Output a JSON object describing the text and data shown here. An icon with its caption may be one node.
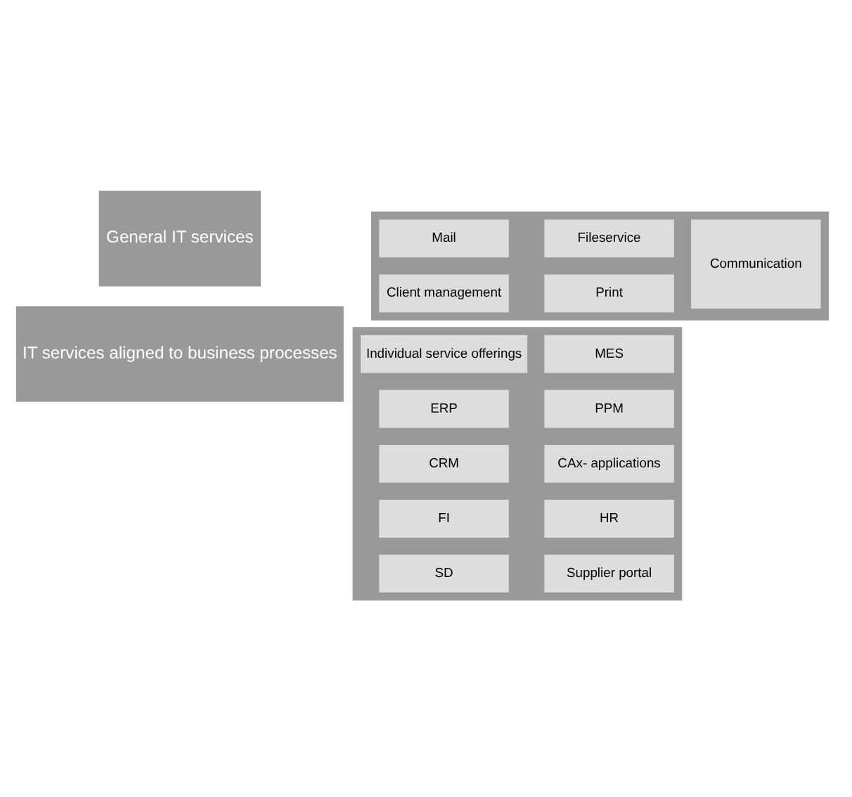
{
  "diagram": {
    "nodes": [
      {
        "text": [
          "General IT services"
        ]
      },
      {
        "text": [],
        "shape": "box"
      },
      {
        "text": [
          "Mail"
        ],
        "in": 1
      },
      {
        "text": [
          "Fileservice"
        ],
        "in": 1
      },
      {
        "text": [
          "Communication"
        ],
        "in": 1
      },
      {
        "text": [
          "Client management"
        ],
        "in": 1
      },
      {
        "text": [
          "Print"
        ],
        "in": 1
      },
      {
        "text": [
          "IT services aligned to business processes"
        ]
      },
      {
        "text": [],
        "shape": "box"
      },
      {
        "text": [
          "Individual service offerings"
        ],
        "in": 8
      },
      {
        "text": [
          "MES"
        ],
        "in": 8
      },
      {
        "text": [
          "ERP"
        ],
        "in": 8
      },
      {
        "text": [
          "PPM"
        ],
        "in": 8
      },
      {
        "text": [
          "CRM"
        ],
        "in": 8
      },
      {
        "text": [
          "CAx- applications"
        ],
        "in": 8
      },
      {
        "text": [
          "FI"
        ],
        "in": 8
      },
      {
        "text": [
          "HR"
        ],
        "in": 8
      },
      {
        "text": [
          "SD"
        ],
        "in": 8
      },
      {
        "text": [
          "Supplier portal"
        ],
        "in": 8
      }
    ],
    "edges": []
  }
}
